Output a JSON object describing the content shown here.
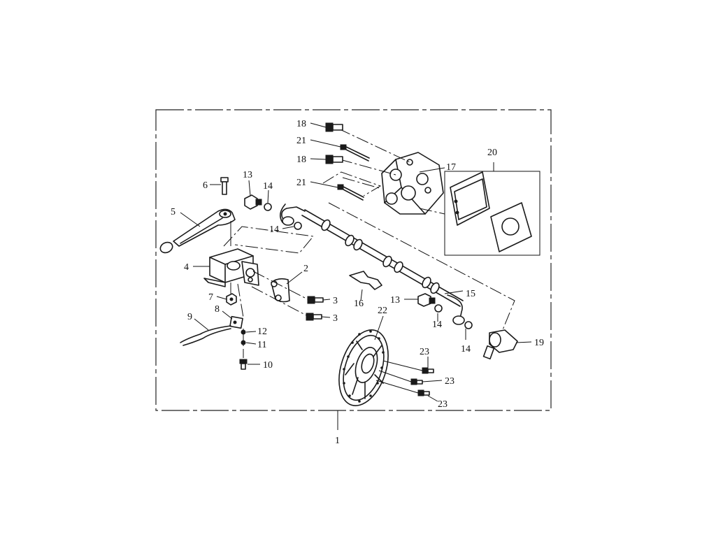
{
  "callouts": {
    "c1": "1",
    "c2": "2",
    "c3a": "3",
    "c3b": "3",
    "c4": "4",
    "c5": "5",
    "c6": "6",
    "c7": "7",
    "c8": "8",
    "c9": "9",
    "c10": "10",
    "c11": "11",
    "c12": "12",
    "c13a": "13",
    "c13b": "13",
    "c14a": "14",
    "c14b": "14",
    "c14c": "14",
    "c14d": "14",
    "c15": "15",
    "c16": "16",
    "c17": "17",
    "c18a": "18",
    "c18b": "18",
    "c19": "19",
    "c20": "20",
    "c21a": "21",
    "c21b": "21",
    "c22": "22",
    "c23a": "23",
    "c23b": "23",
    "c23c": "23"
  }
}
